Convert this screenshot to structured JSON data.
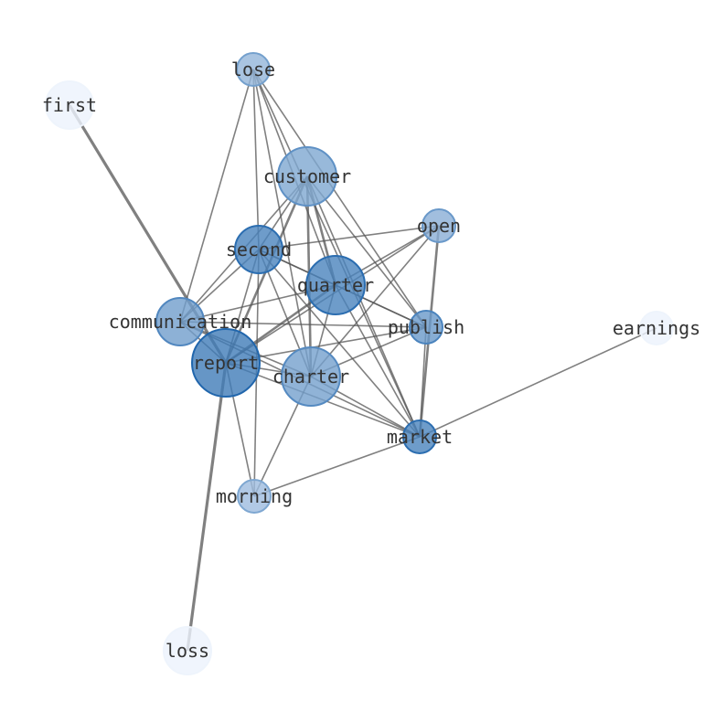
{
  "graph": {
    "nodes": [
      {
        "id": "lose",
        "weight": 1,
        "shade": 0.45
      },
      {
        "id": "first",
        "weight": 2,
        "shade": 0.02
      },
      {
        "id": "customer",
        "weight": 3,
        "shade": 0.55
      },
      {
        "id": "open",
        "weight": 1,
        "shade": 0.5
      },
      {
        "id": "second",
        "weight": 2,
        "shade": 0.8
      },
      {
        "id": "quarter",
        "weight": 3,
        "shade": 0.8
      },
      {
        "id": "communication",
        "weight": 2,
        "shade": 0.62
      },
      {
        "id": "publish",
        "weight": 1,
        "shade": 0.65
      },
      {
        "id": "earnings",
        "weight": 1,
        "shade": 0.02
      },
      {
        "id": "report",
        "weight": 4,
        "shade": 0.85
      },
      {
        "id": "charter",
        "weight": 3,
        "shade": 0.6
      },
      {
        "id": "market",
        "weight": 1,
        "shade": 0.8
      },
      {
        "id": "morning",
        "weight": 1,
        "shade": 0.4
      },
      {
        "id": "loss",
        "weight": 2,
        "shade": 0.02
      }
    ],
    "edges": [
      [
        "first",
        "report",
        3
      ],
      [
        "loss",
        "report",
        3
      ],
      [
        "earnings",
        "market",
        1
      ],
      [
        "lose",
        "communication",
        1
      ],
      [
        "lose",
        "second",
        1
      ],
      [
        "lose",
        "charter",
        1
      ],
      [
        "lose",
        "quarter",
        1
      ],
      [
        "lose",
        "publish",
        1
      ],
      [
        "lose",
        "market",
        1
      ],
      [
        "customer",
        "second",
        1
      ],
      [
        "customer",
        "communication",
        1
      ],
      [
        "customer",
        "report",
        2
      ],
      [
        "customer",
        "charter",
        2
      ],
      [
        "customer",
        "quarter",
        2
      ],
      [
        "customer",
        "publish",
        1
      ],
      [
        "customer",
        "market",
        1
      ],
      [
        "open",
        "second",
        1
      ],
      [
        "open",
        "quarter",
        1
      ],
      [
        "open",
        "report",
        1
      ],
      [
        "open",
        "charter",
        1
      ],
      [
        "open",
        "market",
        2
      ],
      [
        "second",
        "communication",
        1
      ],
      [
        "second",
        "quarter",
        1
      ],
      [
        "second",
        "publish",
        1
      ],
      [
        "second",
        "report",
        1
      ],
      [
        "second",
        "charter",
        1
      ],
      [
        "second",
        "market",
        1
      ],
      [
        "second",
        "morning",
        1
      ],
      [
        "quarter",
        "communication",
        1
      ],
      [
        "quarter",
        "report",
        2
      ],
      [
        "quarter",
        "publish",
        1
      ],
      [
        "quarter",
        "charter",
        1
      ],
      [
        "quarter",
        "market",
        1
      ],
      [
        "communication",
        "publish",
        1
      ],
      [
        "communication",
        "report",
        1
      ],
      [
        "communication",
        "charter",
        1
      ],
      [
        "communication",
        "market",
        1
      ],
      [
        "publish",
        "report",
        1
      ],
      [
        "publish",
        "charter",
        1
      ],
      [
        "publish",
        "market",
        1
      ],
      [
        "report",
        "charter",
        1
      ],
      [
        "report",
        "market",
        1
      ],
      [
        "report",
        "morning",
        1
      ],
      [
        "charter",
        "morning",
        1
      ],
      [
        "charter",
        "market",
        1
      ],
      [
        "market",
        "morning",
        1
      ]
    ]
  }
}
